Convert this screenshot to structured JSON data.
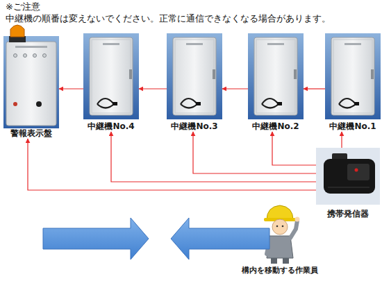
{
  "diagram": {
    "nodes": [
      {
        "text": [
          "警報表示盤"
        ]
      },
      {
        "text": [
          "中継機No.4"
        ]
      },
      {
        "text": [
          "中継機No.3"
        ]
      },
      {
        "text": [
          "中継機No.2"
        ]
      },
      {
        "text": [
          "中継機No.1"
        ]
      },
      {
        "text": [
          "携帯発信器"
        ]
      },
      {
        "text": [
          "構内を移動する作業員"
        ]
      }
    ],
    "edges": [
      {
        "from": 4,
        "to": 3,
        "arrow": "to"
      },
      {
        "from": 3,
        "to": 2,
        "arrow": "to"
      },
      {
        "from": 2,
        "to": 1,
        "arrow": "to"
      },
      {
        "from": 1,
        "to": 0,
        "arrow": "to"
      },
      {
        "from": 5,
        "to": 4,
        "arrow": "to"
      },
      {
        "from": 5,
        "to": 3,
        "arrow": "to"
      },
      {
        "from": 5,
        "to": 2,
        "arrow": "to"
      },
      {
        "from": 5,
        "to": 1,
        "arrow": "to"
      },
      {
        "from": 5,
        "to": 0,
        "arrow": "to"
      }
    ],
    "labels": [
      "※ご注意",
      "中継機の順番は変えないでください。正常に通信できなくなる場合があります。"
    ]
  }
}
